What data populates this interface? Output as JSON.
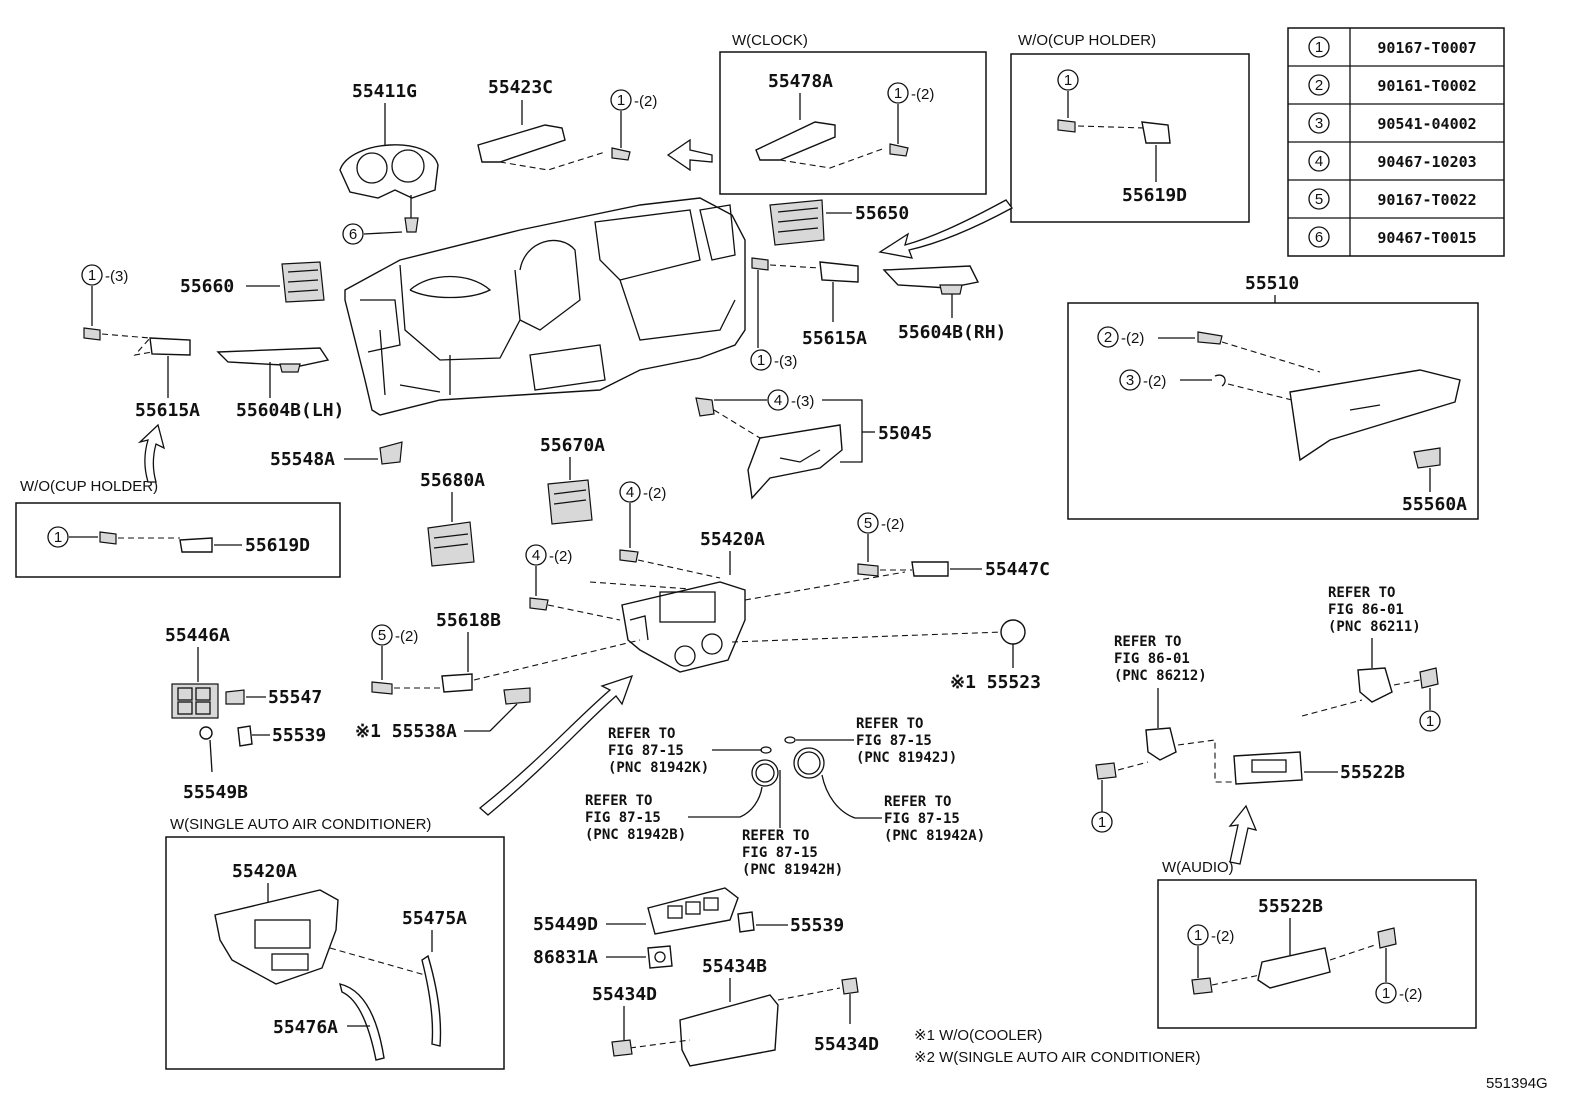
{
  "diagram_id": "551394G",
  "fastener_table": [
    {
      "num": "1",
      "part": "90167-T0007"
    },
    {
      "num": "2",
      "part": "90161-T0002"
    },
    {
      "num": "3",
      "part": "90541-04002"
    },
    {
      "num": "4",
      "part": "90467-10203"
    },
    {
      "num": "5",
      "part": "90167-T0022"
    },
    {
      "num": "6",
      "part": "90467-T0015"
    }
  ],
  "boxes": {
    "clock": "W(CLOCK)",
    "cup_top": "W/O(CUP HOLDER)",
    "cup_left": "W/O(CUP HOLDER)",
    "single_ac": "W(SINGLE AUTO AIR CONDITIONER)",
    "audio": "W(AUDIO)"
  },
  "parts": {
    "p55411G": "55411G",
    "p55423C": "55423C",
    "p55478A": "55478A",
    "p55619D_top": "55619D",
    "p55650": "55650",
    "p55660": "55660",
    "p55615A_right": "55615A",
    "p55604B_rh": "55604B(RH)",
    "p55615A_left": "55615A",
    "p55604B_lh": "55604B(LH)",
    "p55510": "55510",
    "p55548A": "55548A",
    "p55045": "55045",
    "p55560A": "55560A",
    "p55680A": "55680A",
    "p55670A": "55670A",
    "p55619D_left": "55619D",
    "p55420A": "55420A",
    "p55447C": "55447C",
    "p55446A": "55446A",
    "p55618B": "55618B",
    "p55547": "55547",
    "p55539_a": "55539",
    "p55549B": "55549B",
    "p55538A": "※1 55538A",
    "p55523": "※1 55523",
    "p55522B": "55522B",
    "p55420A_b": "55420A",
    "p55475A": "55475A",
    "p55476A": "55476A",
    "p55449D": "55449D",
    "p55539_b": "55539",
    "p86831A": "86831A",
    "p55434B": "55434B",
    "p55434D_a": "55434D",
    "p55434D_b": "55434D",
    "p55522B_b": "55522B"
  },
  "callouts": {
    "c1_3_a": {
      "num": "1",
      "qty": "-(2)"
    },
    "c1_clock": {
      "num": "1",
      "qty": "-(2)"
    },
    "c1_cup": {
      "num": "1",
      "qty": ""
    },
    "c6": {
      "num": "6",
      "qty": ""
    },
    "c1_3_left": {
      "num": "1",
      "qty": "-(3)"
    },
    "c1_3_right": {
      "num": "1",
      "qty": "-(3)"
    },
    "c4_3": {
      "num": "4",
      "qty": "-(3)"
    },
    "c2_2": {
      "num": "2",
      "qty": "-(2)"
    },
    "c3_2": {
      "num": "3",
      "qty": "-(2)"
    },
    "c1_cupleft": {
      "num": "1",
      "qty": ""
    },
    "c4_2_a": {
      "num": "4",
      "qty": "-(2)"
    },
    "c4_2_b": {
      "num": "4",
      "qty": "-(2)"
    },
    "c5_2_a": {
      "num": "5",
      "qty": "-(2)"
    },
    "c5_2_b": {
      "num": "5",
      "qty": "-(2)"
    },
    "c1_audio_r": {
      "num": "1",
      "qty": ""
    },
    "c1_audio_l": {
      "num": "1",
      "qty": ""
    },
    "c1_2_audio_a": {
      "num": "1",
      "qty": "-(2)"
    },
    "c1_2_audio_b": {
      "num": "1",
      "qty": "-(2)"
    }
  },
  "refs": {
    "r86212": [
      "REFER TO",
      "FIG 86-01",
      "(PNC 86212)"
    ],
    "r86211": [
      "REFER TO",
      "FIG 86-01",
      "(PNC 86211)"
    ],
    "r81942K": [
      "REFER TO",
      "FIG 87-15",
      "(PNC 81942K)"
    ],
    "r81942J": [
      "REFER TO",
      "FIG 87-15",
      "(PNC 81942J)"
    ],
    "r81942B": [
      "REFER TO",
      "FIG 87-15",
      "(PNC 81942B)"
    ],
    "r81942A": [
      "REFER TO",
      "FIG 87-15",
      "(PNC 81942A)"
    ],
    "r81942H": [
      "REFER TO",
      "FIG 87-15",
      "(PNC 81942H)"
    ]
  },
  "notes": {
    "n1": "※1 W/O(COOLER)",
    "n2": "※2 W(SINGLE AUTO AIR CONDITIONER)"
  }
}
